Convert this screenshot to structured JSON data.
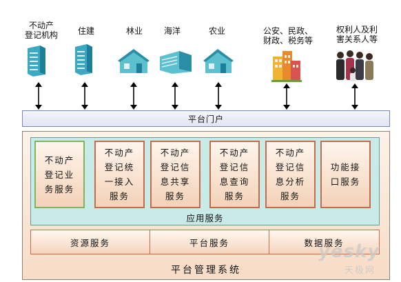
{
  "top_entities": [
    {
      "label": "不动产\n登记机构",
      "icon": "server-tower-icon"
    },
    {
      "label": "住建",
      "icon": "server-tower-icon"
    },
    {
      "label": "林业",
      "icon": "house-icon"
    },
    {
      "label": "海洋",
      "icon": "warehouse-icon"
    },
    {
      "label": "农业",
      "icon": "house-icon"
    },
    {
      "label": "公安、民政、\n财政、税务等",
      "icon": "city-buildings-icon"
    },
    {
      "label": "权利人及利\n害关系人等",
      "icon": "people-group-icon"
    }
  ],
  "portal": {
    "label": "平台门户"
  },
  "application": {
    "label": "应用服务",
    "services": [
      {
        "label": "不动产\n登记业\n务服务"
      },
      {
        "label": "不动产\n登记统\n一接入\n服务"
      },
      {
        "label": "不动产\n登记信\n息共享\n服务"
      },
      {
        "label": "不动产\n登记信\n息查询\n服务"
      },
      {
        "label": "不动产\n登记信\n息分析\n服务"
      },
      {
        "label": "功能接\n口服务"
      }
    ]
  },
  "foundation": [
    {
      "label": "资源服务"
    },
    {
      "label": "平台服务"
    },
    {
      "label": "数据服务"
    }
  ],
  "management": {
    "label": "平台管理系统"
  },
  "watermark": {
    "brand": "yesky",
    "sub": "天极网"
  },
  "colors": {
    "app_bg": "#c9ebe8",
    "portal_border": "#7a86b8",
    "svc_green": "#7fb35d",
    "svc_red": "#c56b4d"
  }
}
